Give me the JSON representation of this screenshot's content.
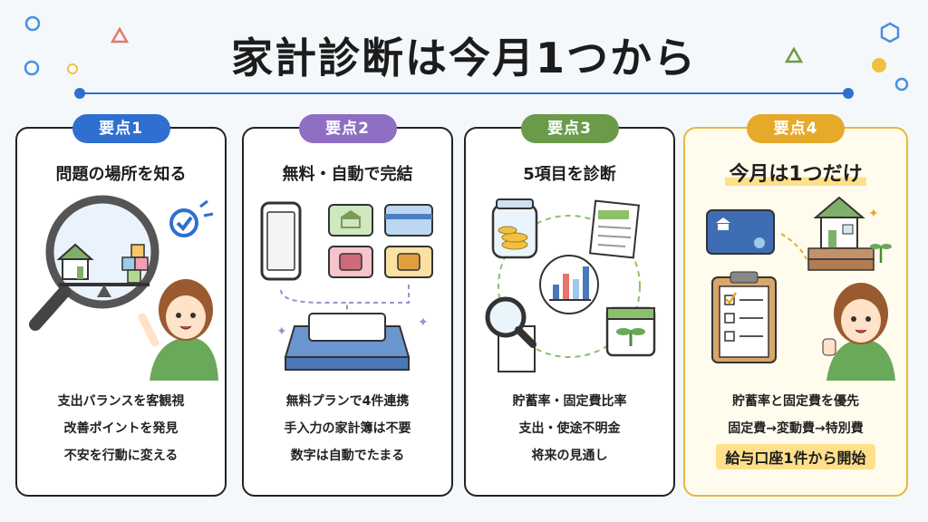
{
  "title": "家計診断は今月1つから",
  "colors": {
    "point1": "#2f6fd0",
    "point2": "#8e6fc4",
    "point3": "#6a9a4a",
    "point4": "#e7a92a",
    "accent": "#2f6fd0",
    "highlight": "#ffe08a"
  },
  "points": [
    {
      "badge": "要点1",
      "heading": "問題の場所を知る",
      "bullets": [
        "支出バランスを客観視",
        "改善ポイントを発見",
        "不安を行動に変える"
      ]
    },
    {
      "badge": "要点2",
      "heading": "無料・自動で完結",
      "bullets": [
        "無料プランで4件連携",
        "手入力の家計簿は不要",
        "数字は自動でたまる"
      ]
    },
    {
      "badge": "要点3",
      "heading": "5項目を診断",
      "bullets": [
        "貯蓄率・固定費比率",
        "支出・使途不明金",
        "将来の見通し"
      ]
    },
    {
      "badge": "要点4",
      "heading": "今月は1つだけ",
      "bullets": [
        "貯蓄率と固定費を優先",
        "固定費→変動費→特別費"
      ],
      "callout": "給与口座1件から開始"
    }
  ]
}
